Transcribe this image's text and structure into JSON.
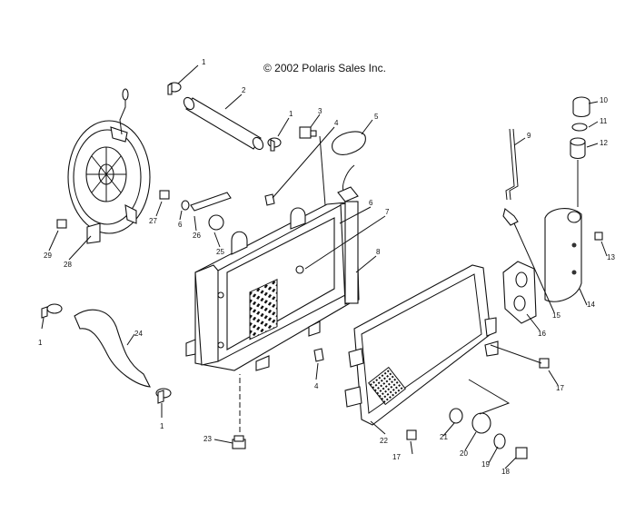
{
  "copyright": "© 2002 Polaris Sales Inc.",
  "callouts": [
    "1",
    "2",
    "1",
    "3",
    "4",
    "5",
    "6",
    "7",
    "8",
    "9",
    "10",
    "11",
    "12",
    "13",
    "14",
    "15",
    "16",
    "17",
    "17",
    "18",
    "19",
    "20",
    "21",
    "22",
    "23",
    "24",
    "1",
    "1",
    "4",
    "25",
    "26",
    "27",
    "6",
    "28",
    "29"
  ]
}
